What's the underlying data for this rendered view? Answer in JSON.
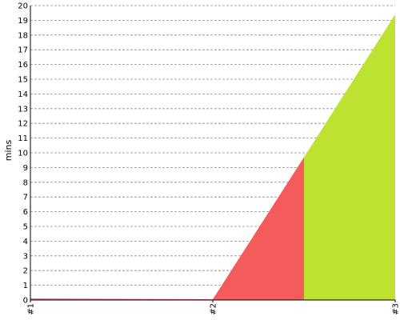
{
  "chart_data": {
    "type": "area",
    "ylabel": "mins",
    "xlabel": "",
    "categories": [
      "#1",
      "#2",
      "#3"
    ],
    "ylim": [
      0,
      20
    ],
    "yticks": [
      "0",
      "1",
      "2",
      "3",
      "4",
      "5",
      "6",
      "7",
      "8",
      "9",
      "10",
      "11",
      "12",
      "13",
      "14",
      "15",
      "16",
      "17",
      "18",
      "19",
      "20"
    ],
    "grid": true,
    "series": [
      {
        "color": "#f45b5b",
        "points": [
          [
            0,
            0.1
          ],
          [
            1,
            0.05
          ],
          [
            1.5,
            9.7
          ]
        ]
      },
      {
        "color": "#bde232",
        "points": [
          [
            1.5,
            9.7
          ],
          [
            2,
            19.4
          ]
        ]
      }
    ]
  }
}
